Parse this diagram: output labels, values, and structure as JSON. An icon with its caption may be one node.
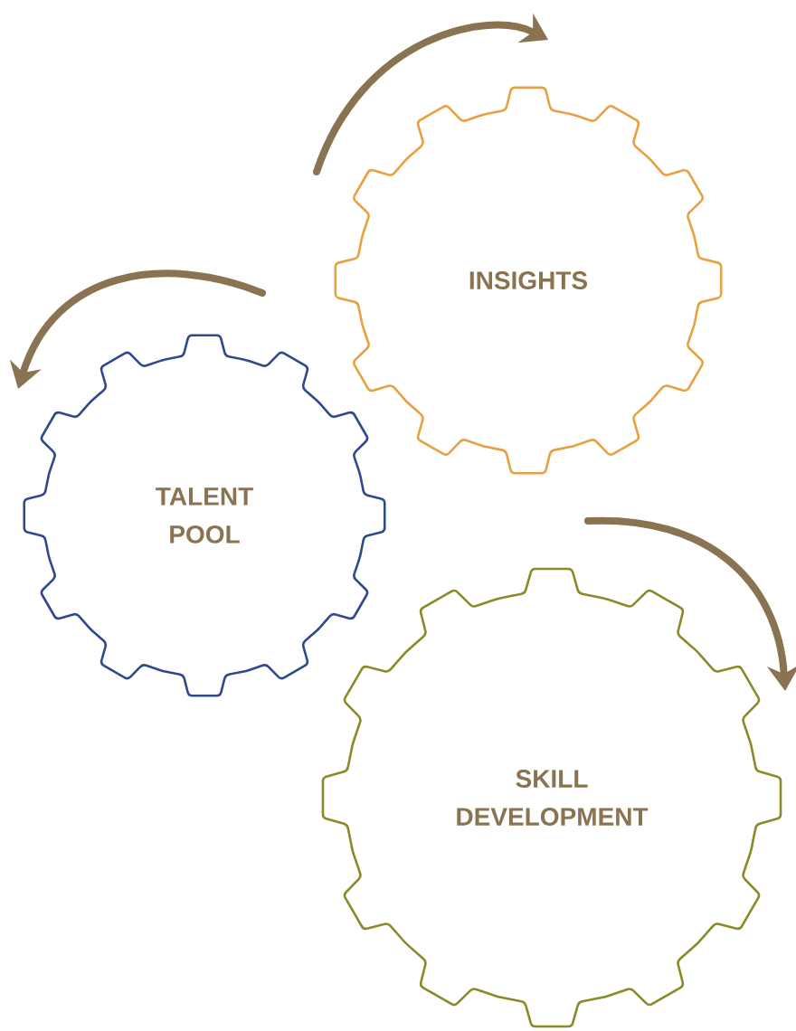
{
  "diagram": {
    "nodes": [
      {
        "text": [
          "INSIGHTS"
        ]
      },
      {
        "text": [
          "TALENT POOL"
        ]
      },
      {
        "text": [
          "SKILL DEVELOPMENT"
        ]
      }
    ]
  }
}
